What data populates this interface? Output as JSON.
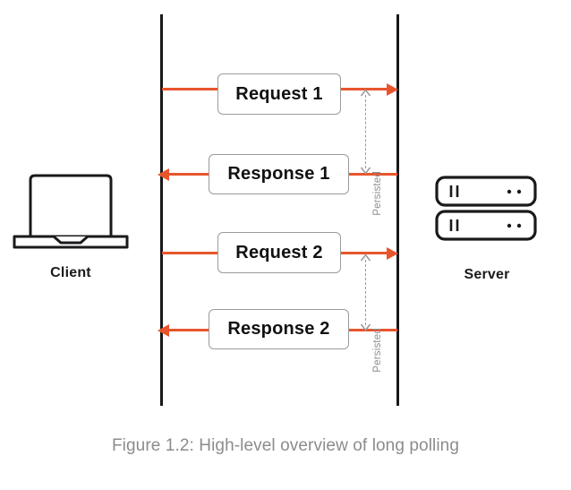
{
  "figure": {
    "caption": "Figure 1.2: High-level overview of long polling",
    "colors": {
      "arrow": "#e8552d",
      "lifeline": "#18181a",
      "box_border": "#9b9b9b",
      "box_text": "#111113",
      "caption_text": "#8c8c8e",
      "persisted_text": "#8d8d8f",
      "background": "#ffffff"
    }
  },
  "actors": {
    "client": {
      "label": "Client",
      "icon": "laptop-icon"
    },
    "server": {
      "label": "Server",
      "icon": "server-rack-icon"
    }
  },
  "messages": [
    {
      "label": "Request 1",
      "direction": "right"
    },
    {
      "label": "Response 1",
      "direction": "left"
    },
    {
      "label": "Request 2",
      "direction": "right"
    },
    {
      "label": "Response 2",
      "direction": "left"
    }
  ],
  "annotations": [
    {
      "label": "Persisted"
    },
    {
      "label": "Persisted"
    }
  ]
}
